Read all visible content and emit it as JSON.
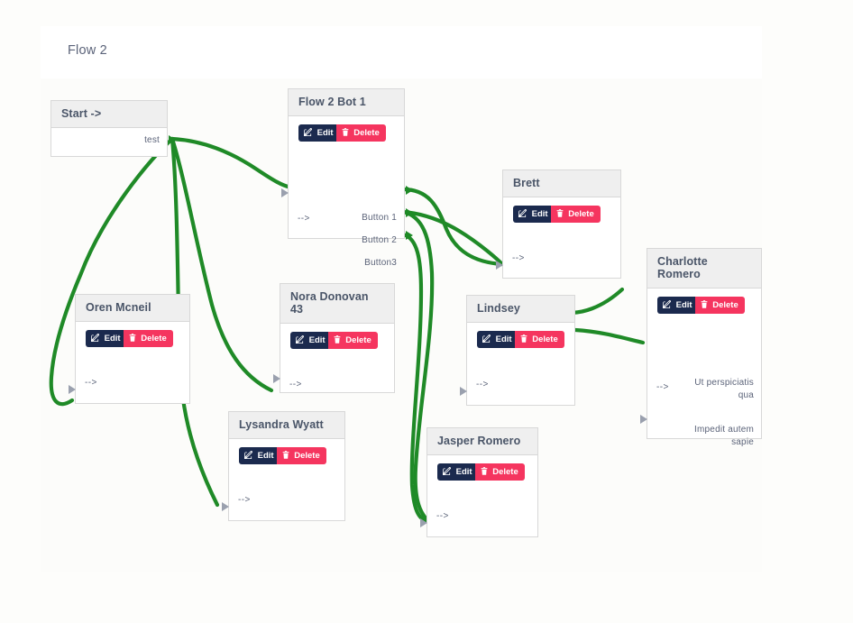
{
  "page": {
    "title": "Flow 2",
    "background": "#fdfdfb",
    "canvas_background": "#fcfcfa"
  },
  "colors": {
    "edge": "#1f8a27",
    "edit_button": "#1b2a4e",
    "delete_button": "#f5355f",
    "node_header": "#efefef",
    "node_border": "#d8d8d8",
    "text": "#4a5568"
  },
  "buttons": {
    "edit_label": "Edit",
    "delete_label": "Delete",
    "edit_icon": "pencil-square-icon",
    "delete_icon": "trash-icon"
  },
  "nodes": [
    {
      "id": "start",
      "title": "Start ->",
      "has_actions": false,
      "inputs": [],
      "outputs": [
        "test"
      ]
    },
    {
      "id": "flow-2-bot-1",
      "title": "Flow 2 Bot 1",
      "has_actions": true,
      "inputs": [
        "-->"
      ],
      "outputs": [
        "Button 1",
        "Button 2",
        "Button3"
      ]
    },
    {
      "id": "brett",
      "title": "Brett",
      "has_actions": true,
      "inputs": [
        "-->"
      ],
      "outputs": []
    },
    {
      "id": "charlotte-romero",
      "title": "Charlotte Romero",
      "has_actions": true,
      "inputs": [
        "-->"
      ],
      "outputs": [
        "Ut perspiciatis qua",
        "Impedit autem sapie"
      ]
    },
    {
      "id": "oren-mcneil",
      "title": "Oren Mcneil",
      "has_actions": true,
      "inputs": [
        "-->"
      ],
      "outputs": []
    },
    {
      "id": "nora-donovan-43",
      "title": "Nora Donovan 43",
      "has_actions": true,
      "inputs": [
        "-->"
      ],
      "outputs": []
    },
    {
      "id": "lindsey",
      "title": "Lindsey",
      "has_actions": true,
      "inputs": [
        "-->"
      ],
      "outputs": []
    },
    {
      "id": "lysandra-wyatt",
      "title": "Lysandra Wyatt",
      "has_actions": true,
      "inputs": [
        "-->"
      ],
      "outputs": []
    },
    {
      "id": "jasper-romero",
      "title": "Jasper Romero",
      "has_actions": true,
      "inputs": [
        "-->"
      ],
      "outputs": []
    }
  ],
  "connections": [
    {
      "from": "start.test",
      "to": "oren-mcneil.in"
    },
    {
      "from": "start.test",
      "to": "flow-2-bot-1.in"
    },
    {
      "from": "start.test",
      "to": "nora-donovan-43.in"
    },
    {
      "from": "start.test",
      "to": "lysandra-wyatt.in"
    },
    {
      "from": "flow-2-bot-1.Button 1",
      "to": "brett.in"
    },
    {
      "from": "flow-2-bot-1.Button 2",
      "to": "brett.in"
    },
    {
      "from": "flow-2-bot-1.Button 2",
      "to": "lindsey.in"
    },
    {
      "from": "flow-2-bot-1.Button3",
      "to": "jasper-romero.in"
    },
    {
      "from": "brett.out",
      "to": "lindsey.in"
    },
    {
      "from": "lindsey.out",
      "to": "charlotte-romero.in"
    }
  ]
}
